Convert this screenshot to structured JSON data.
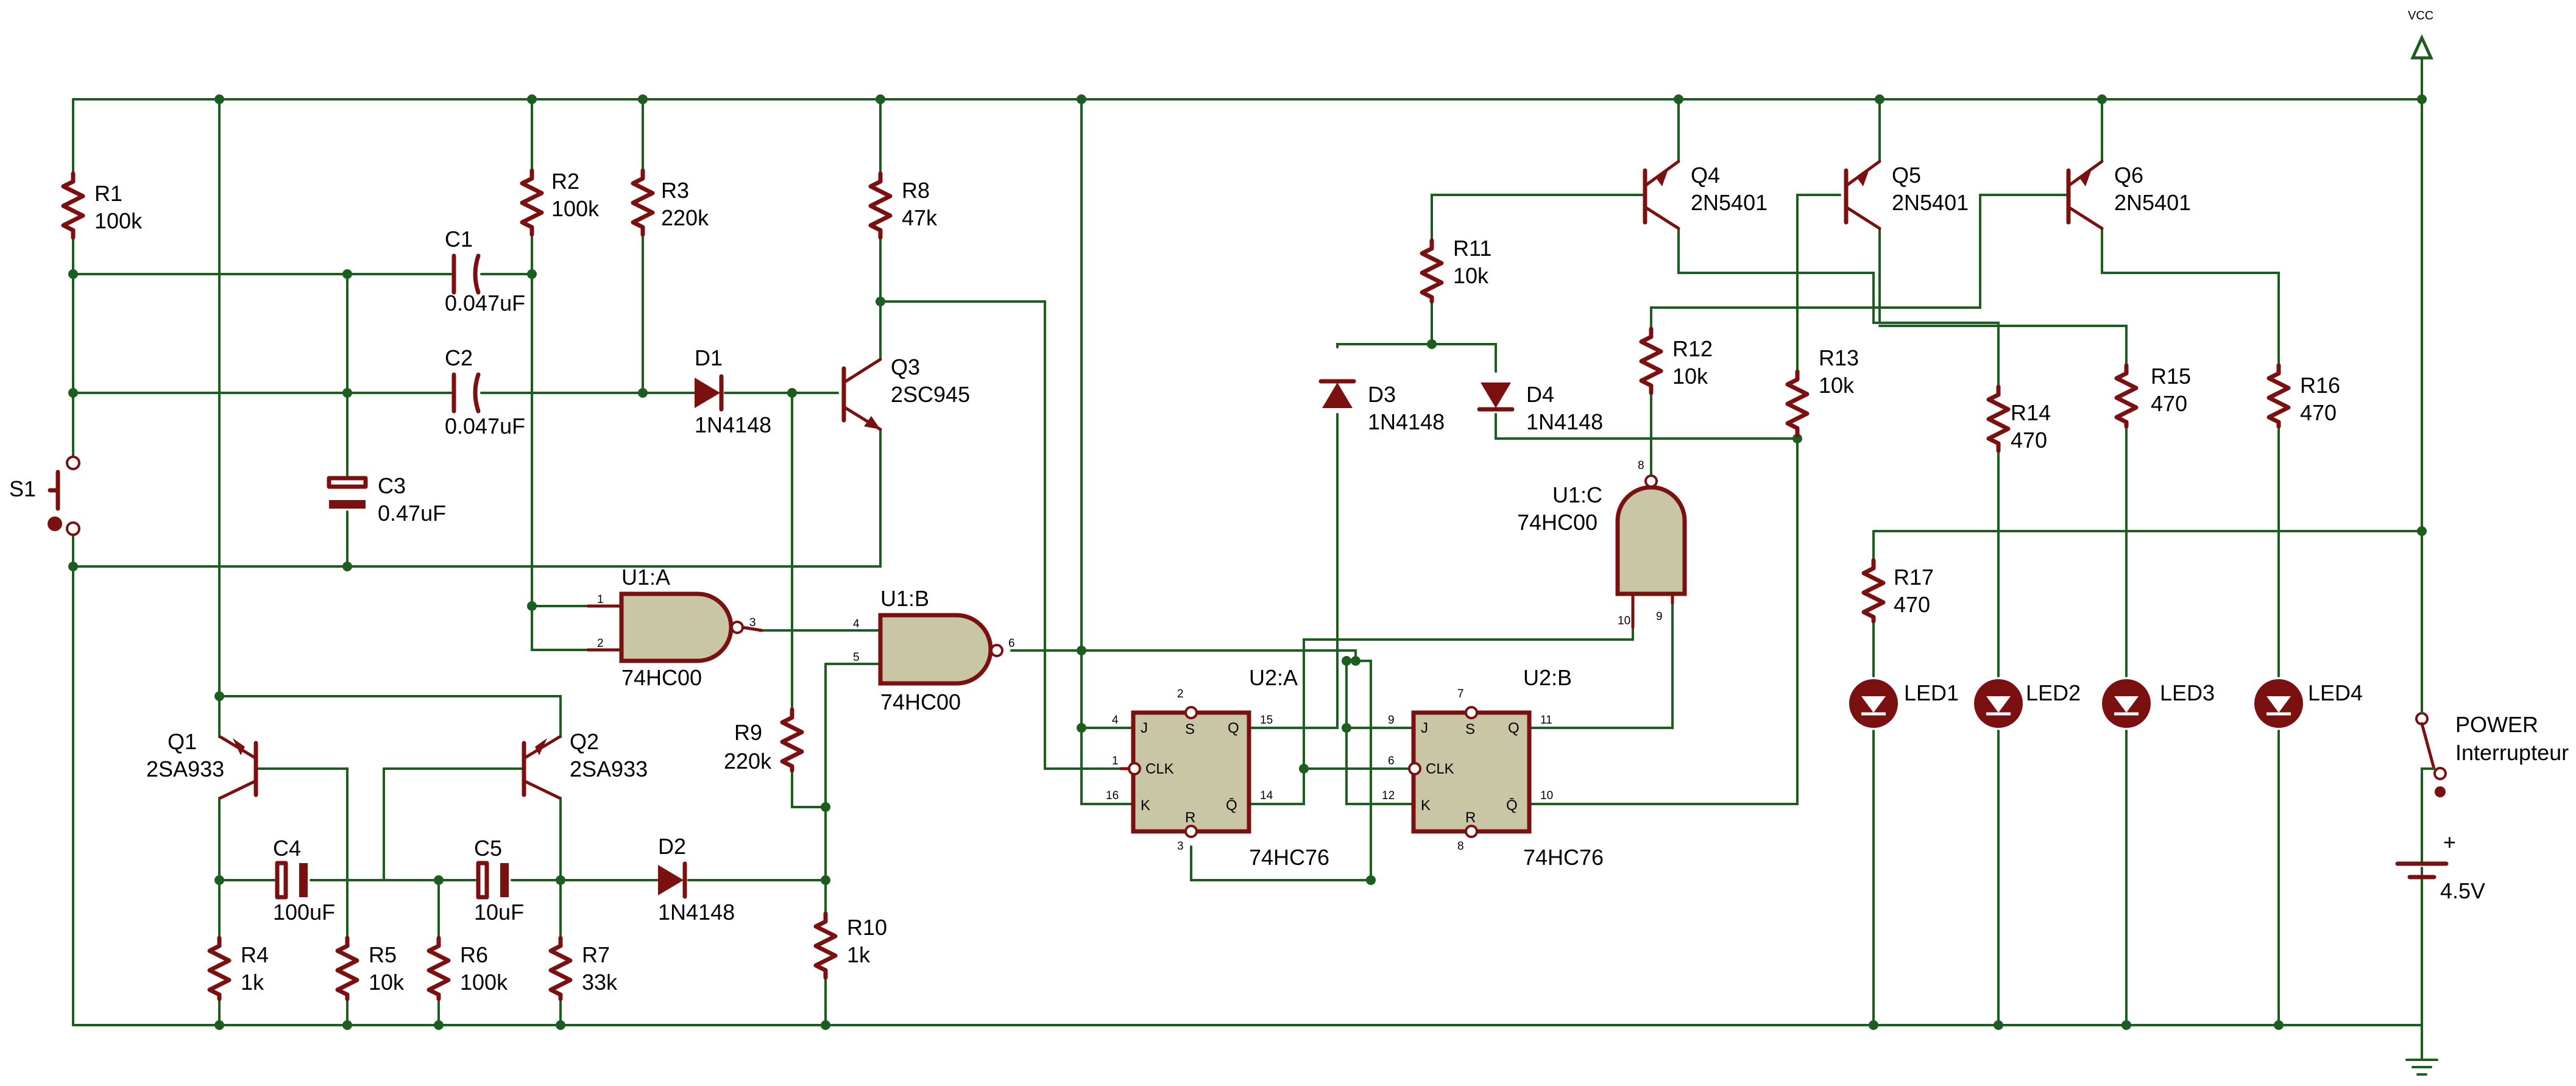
{
  "components": {
    "R1": {
      "ref": "R1",
      "value": "100k"
    },
    "R2": {
      "ref": "R2",
      "value": "100k"
    },
    "R3": {
      "ref": "R3",
      "value": "220k"
    },
    "R4": {
      "ref": "R4",
      "value": "1k"
    },
    "R5": {
      "ref": "R5",
      "value": "10k"
    },
    "R6": {
      "ref": "R6",
      "value": "100k"
    },
    "R7": {
      "ref": "R7",
      "value": "33k"
    },
    "R8": {
      "ref": "R8",
      "value": "47k"
    },
    "R9": {
      "ref": "R9",
      "value": "220k"
    },
    "R10": {
      "ref": "R10",
      "value": "1k"
    },
    "R11": {
      "ref": "R11",
      "value": "10k"
    },
    "R12": {
      "ref": "R12",
      "value": "10k"
    },
    "R13": {
      "ref": "R13",
      "value": "10k"
    },
    "R14": {
      "ref": "R14",
      "value": "470"
    },
    "R15": {
      "ref": "R15",
      "value": "470"
    },
    "R16": {
      "ref": "R16",
      "value": "470"
    },
    "R17": {
      "ref": "R17",
      "value": "470"
    },
    "C1": {
      "ref": "C1",
      "value": "0.047uF"
    },
    "C2": {
      "ref": "C2",
      "value": "0.047uF"
    },
    "C3": {
      "ref": "C3",
      "value": "0.47uF"
    },
    "C4": {
      "ref": "C4",
      "value": "100uF"
    },
    "C5": {
      "ref": "C5",
      "value": "10uF"
    },
    "D1": {
      "ref": "D1",
      "value": "1N4148"
    },
    "D2": {
      "ref": "D2",
      "value": "1N4148"
    },
    "D3": {
      "ref": "D3",
      "value": "1N4148"
    },
    "D4": {
      "ref": "D4",
      "value": "1N4148"
    },
    "Q1": {
      "ref": "Q1",
      "value": "2SA933"
    },
    "Q2": {
      "ref": "Q2",
      "value": "2SA933"
    },
    "Q3": {
      "ref": "Q3",
      "value": "2SC945"
    },
    "Q4": {
      "ref": "Q4",
      "value": "2N5401"
    },
    "Q5": {
      "ref": "Q5",
      "value": "2N5401"
    },
    "Q6": {
      "ref": "Q6",
      "value": "2N5401"
    },
    "U1A": {
      "ref": "U1:A",
      "value": "74HC00"
    },
    "U1B": {
      "ref": "U1:B",
      "value": "74HC00"
    },
    "U1C": {
      "ref": "U1:C",
      "value": "74HC00"
    },
    "U2A": {
      "ref": "U2:A",
      "value": "74HC76"
    },
    "U2B": {
      "ref": "U2:B",
      "value": "74HC76"
    },
    "LED1": {
      "ref": "LED1"
    },
    "LED2": {
      "ref": "LED2"
    },
    "LED3": {
      "ref": "LED3"
    },
    "LED4": {
      "ref": "LED4"
    },
    "S1": {
      "ref": "S1"
    },
    "SW": {
      "ref": "POWER",
      "value": "Interrupteur"
    },
    "BAT": {
      "value": "4.5V",
      "plus": "+"
    },
    "VCC": {
      "label": "VCC"
    }
  },
  "pins": {
    "u1a_in1": "1",
    "u1a_in2": "2",
    "u1a_out": "3",
    "u1b_in1": "4",
    "u1b_in2": "5",
    "u1b_out": "6",
    "u1c_vcc": "8",
    "u1c_in1": "10",
    "u1c_in2": "9",
    "u2a_j": "4",
    "u2a_s": "2",
    "u2a_q": "15",
    "u2a_clk": "1",
    "u2a_k": "16",
    "u2a_r": "3",
    "u2a_qn": "14",
    "u2b_j": "9",
    "u2b_s": "7",
    "u2b_q": "11",
    "u2b_clk": "6",
    "u2b_k": "12",
    "u2b_r": "8",
    "u2b_qn": "10"
  },
  "ff_labels": {
    "j": "J",
    "s": "S",
    "q": "Q",
    "clk": "CLK",
    "k": "K",
    "r": "R",
    "qn": "Q̄"
  }
}
